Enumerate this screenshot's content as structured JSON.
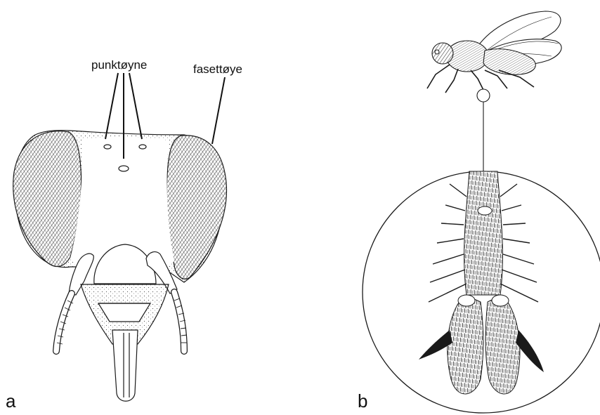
{
  "panel_a": {
    "letter": "a",
    "labels": {
      "ocelli": "punktøyne",
      "compound_eye": "fasettøye"
    }
  },
  "panel_b": {
    "letter": "b"
  },
  "colors": {
    "ink": "#1a1a1a",
    "background": "#ffffff"
  }
}
